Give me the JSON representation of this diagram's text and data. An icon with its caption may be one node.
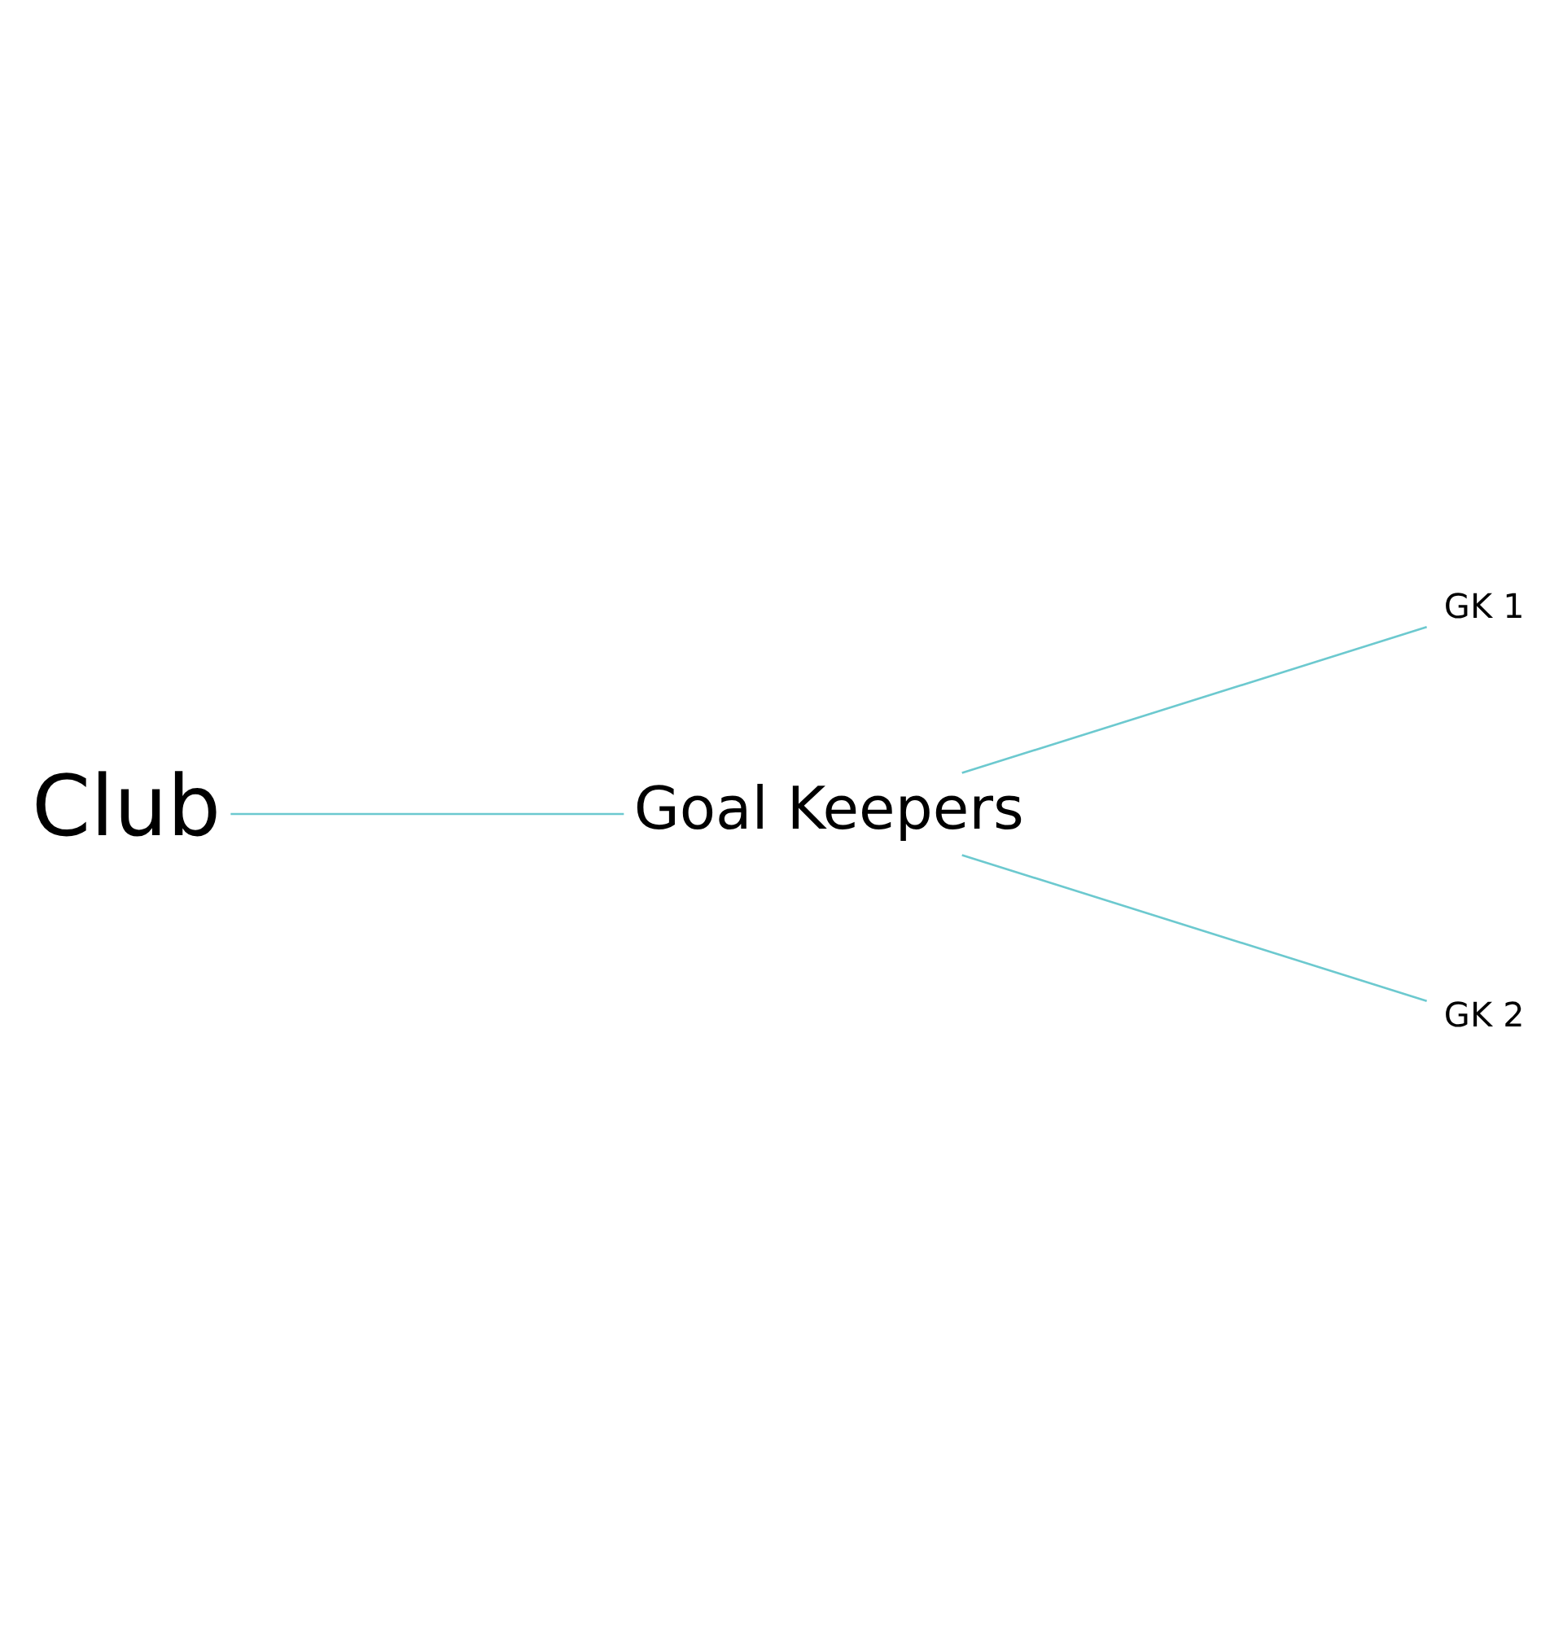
{
  "diagram": {
    "nodes": [
      {
        "text": [
          "Club"
        ]
      },
      {
        "text": [
          "Goal Keepers"
        ]
      },
      {
        "text": [
          "GK 1"
        ]
      },
      {
        "text": [
          "GK 2"
        ]
      }
    ],
    "edges": [
      {
        "from": 0,
        "to": 1,
        "arrow": "none"
      },
      {
        "from": 1,
        "to": 2,
        "arrow": "none"
      },
      {
        "from": 1,
        "to": 3,
        "arrow": "none"
      }
    ]
  }
}
